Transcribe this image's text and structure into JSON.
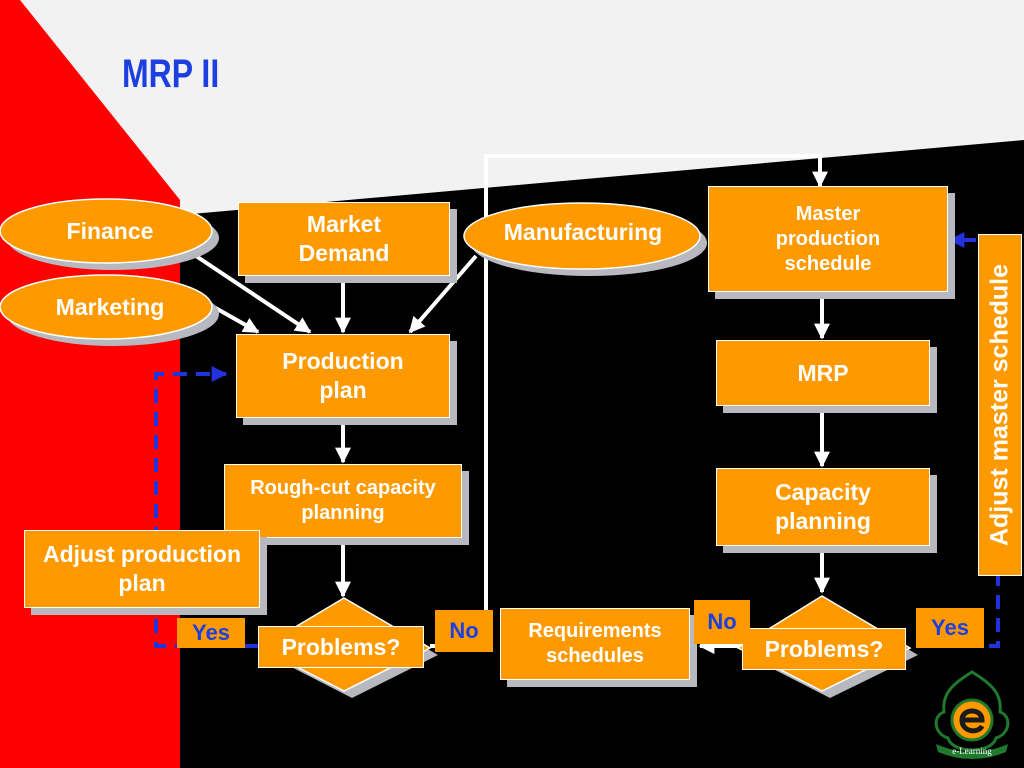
{
  "slide": {
    "title": "MRP II",
    "colors": {
      "accent": "#ff9900",
      "title": "#1d3fe0",
      "red": "#ff0000",
      "background": "#000000",
      "light": "#f2f2f2",
      "dashed_arrow": "#2233dd"
    }
  },
  "nodes": {
    "finance": "Finance",
    "marketing": "Marketing",
    "market_demand": "Market Demand",
    "manufacturing": "Manufacturing",
    "production_plan": "Production plan",
    "rough_cut": "Rough-cut capacity planning",
    "adjust_production_plan": "Adjust production plan",
    "problems_left": "Problems?",
    "master_schedule": "Master production schedule",
    "mrp": "MRP",
    "capacity_planning": "Capacity planning",
    "problems_right": "Problems?",
    "requirements_schedules": "Requirements schedules",
    "adjust_master_schedule": "Adjust master schedule"
  },
  "labels": {
    "yes_left": "Yes",
    "no_left": "No",
    "no_right": "No",
    "yes_right": "Yes"
  },
  "logo": {
    "icon": "e-learning-logo-icon",
    "text": "e-Learning"
  }
}
